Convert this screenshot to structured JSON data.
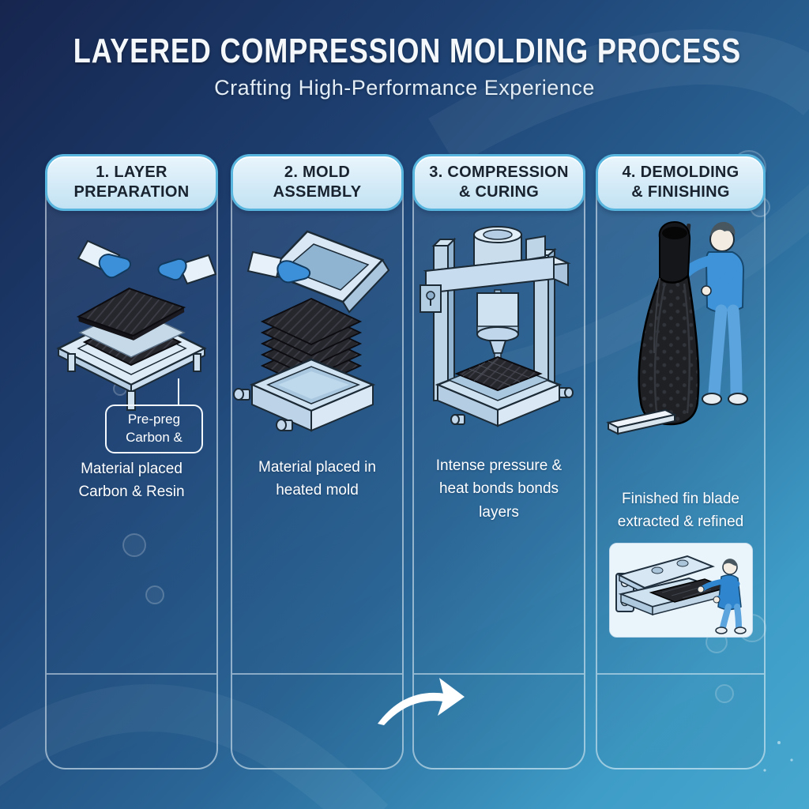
{
  "header": {
    "title": "LAYERED COMPRESSION MOLDING PROCESS",
    "subtitle": "Crafting High-Performance Experience"
  },
  "steps": [
    {
      "header": "1. LAYER\nPREPARATION",
      "callout": "Pre-preg\nCarbon &",
      "caption": "Material placed\nCarbon & Resin",
      "icon": "gloved-hands-stacking-carbon-sheets-icon"
    },
    {
      "header": "2. MOLD\nASSEMBLY",
      "caption": "Material placed in\nheated mold",
      "icon": "open-mold-with-carbon-stack-icon"
    },
    {
      "header": "3. COMPRESSION\n& CURING",
      "caption": "Intense pressure &\nheat bonds bonds\nlayers",
      "icon": "hydraulic-press-icon"
    },
    {
      "header": "4. DEMOLDING\n& FINISHING",
      "caption": "Finished fin blade\nextracted & refined",
      "icon": "worker-holding-finished-fin-icon",
      "inset_icon": "worker-extracting-plate-from-mold-icon"
    }
  ],
  "flow": {
    "arrow_icon": "curved-right-arrow-icon"
  },
  "colors": {
    "background_top_left": "#16254e",
    "background_bottom_right": "#47a8cf",
    "pill_fill": "#cfe8f7",
    "pill_border": "#57b5de",
    "pill_text": "#18232f",
    "caption_text": "#ffffff",
    "glove_blue": "#3c90da",
    "carbon_dark": "#26262d"
  }
}
